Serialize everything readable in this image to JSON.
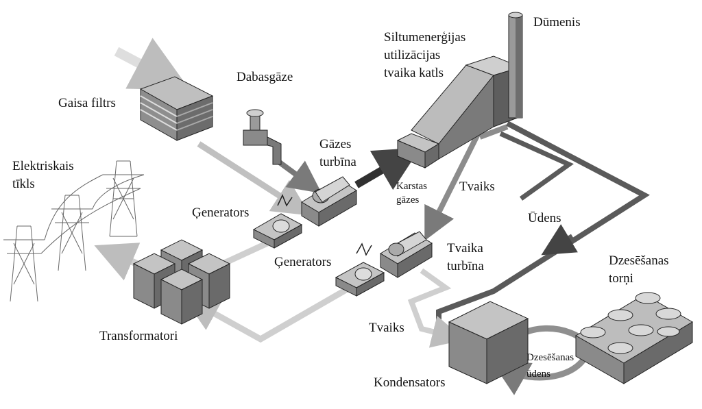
{
  "labels": {
    "dumenis": "Dūmenis",
    "boiler_1": "Siltumenerģijas",
    "boiler_2": "utilizācijas",
    "boiler_3": "tvaika katls",
    "dabasgaze": "Dabasgāze",
    "gaisa_filtrs": "Gaisa filtrs",
    "gazes_turbina_1": "Gāzes",
    "gazes_turbina_2": "turbīna",
    "elektriskais_tikls_1": "Elektriskais",
    "elektriskais_tikls_2": "tīkls",
    "karstas_gazes_1": "Karstas",
    "karstas_gazes_2": "gāzes",
    "tvaiks_top": "Tvaiks",
    "generators_1": "Ģenerators",
    "udens": "Ūdens",
    "generators_2": "Ģenerators",
    "tvaika_turbina_1": "Tvaika",
    "tvaika_turbina_2": "turbīna",
    "dzesesanas_torni_1": "Dzesēšanas",
    "dzesesanas_torni_2": "torņi",
    "transformatori": "Transformatori",
    "tvaiks_bottom": "Tvaiks",
    "dzesesanas_udens_1": "Dzesēšanas",
    "dzesesanas_udens_2": "ūdens",
    "kondensators": "Kondensators"
  },
  "colors": {
    "background": "#ffffff",
    "flow_light": "#c8c8c8",
    "flow_medium": "#8c8c8c",
    "flow_dark": "#555555",
    "flow_hot": "#333333",
    "equipment_top": "#bfbfbf",
    "equipment_front": "#8a8a8a",
    "equipment_side": "#6a6a6a",
    "outline": "#1e1e1e"
  }
}
